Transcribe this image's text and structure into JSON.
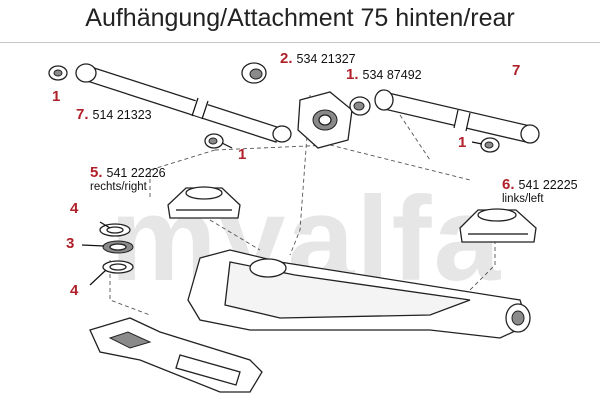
{
  "title": "Aufhängung/Attachment 75 hinten/rear",
  "watermark": "myalfa",
  "callouts": {
    "c1_top_left": {
      "num": "1"
    },
    "c7_left": {
      "num": "7.",
      "part": "514 21323"
    },
    "c1_mid": {
      "num": "1"
    },
    "c2": {
      "num": "2.",
      "part": "534 21327"
    },
    "c1_right": {
      "num": "1.",
      "part": "534 87492"
    },
    "c7_right": {
      "num": "7"
    },
    "c1_far_right": {
      "num": "1"
    },
    "c5": {
      "num": "5.",
      "part": "541 22226",
      "note": "rechts/right"
    },
    "c6": {
      "num": "6.",
      "part": "541 22225",
      "note": "links/left"
    },
    "c4_top": {
      "num": "4"
    },
    "c3": {
      "num": "3"
    },
    "c4_bottom": {
      "num": "4"
    }
  }
}
